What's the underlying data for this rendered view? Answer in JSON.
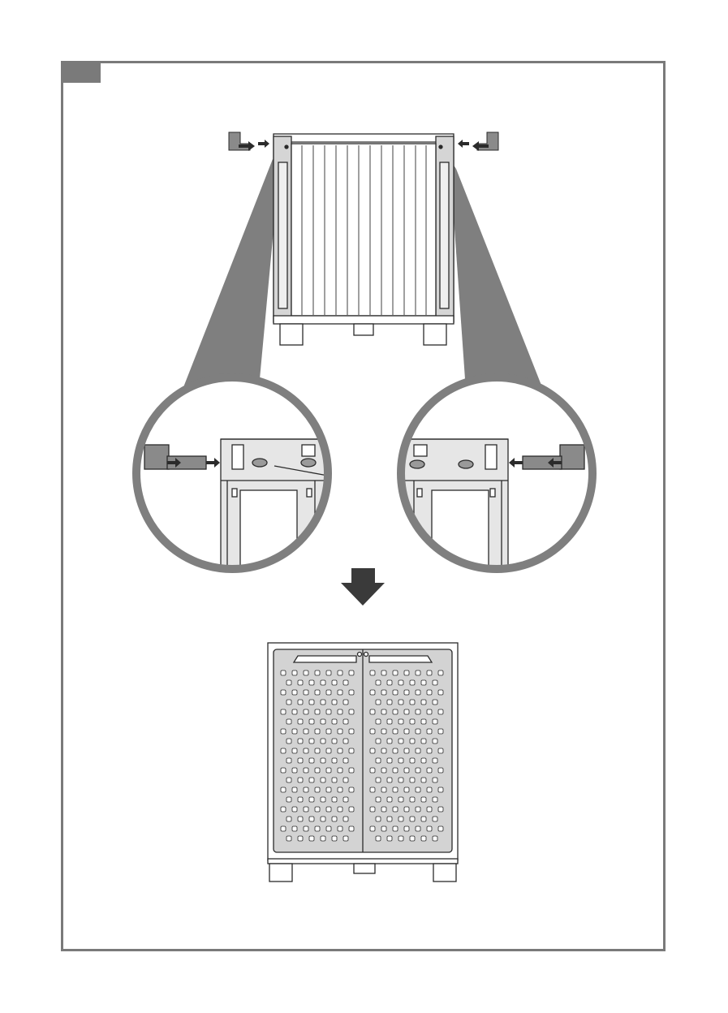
{
  "figure": {
    "frame_color": "#7a7a7a",
    "callout_color": "#7f7f7f",
    "panel_fill": "#d9d9d9",
    "line_color": "#2b2b2b",
    "icons": [
      "top-bracket",
      "insert-arrow",
      "screw",
      "screwdriver",
      "down-arrow",
      "cabinet-door"
    ]
  }
}
